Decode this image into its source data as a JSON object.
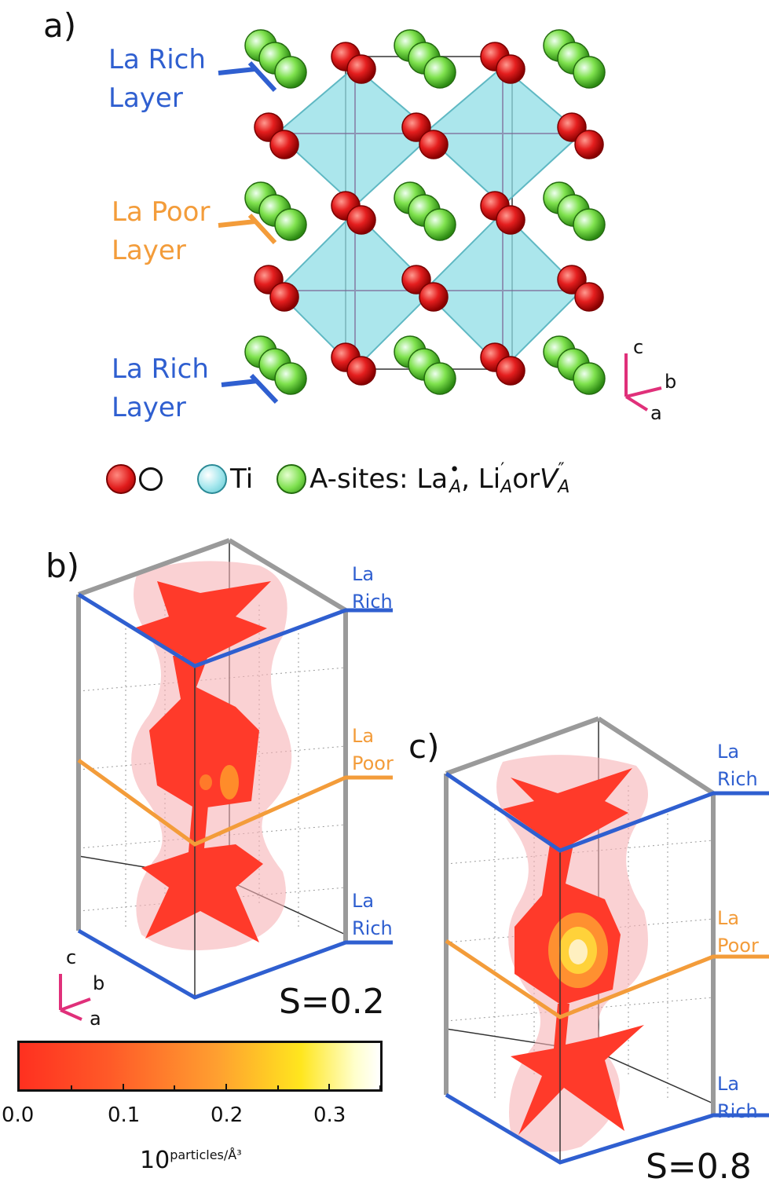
{
  "panel_a": {
    "label": "a)",
    "layers": [
      {
        "line1": "La Rich",
        "line2": "Layer",
        "color": "#2f5fd0"
      },
      {
        "line1": "La Poor",
        "line2": "Layer",
        "color": "#f39c3a"
      },
      {
        "line1": "La Rich",
        "line2": "Layer",
        "color": "#2f5fd0"
      }
    ],
    "axes": {
      "c": "c",
      "b": "b",
      "a": "a"
    }
  },
  "legend": {
    "o_label": "O",
    "ti_label": "Ti",
    "a_sites_prefix": "A-sites: La",
    "a_sites_sep": ", Li",
    "a_sites_or": " or ",
    "sub_a": "A",
    "v_symbol": "V",
    "colors": {
      "O": "#e01b1b",
      "Ti": "#a8e8ee",
      "A": "#7ee04f"
    }
  },
  "panel_b": {
    "label": "b)",
    "top_label": {
      "l1": "La",
      "l2": "Rich"
    },
    "mid_label": {
      "l1": "La",
      "l2": "Poor"
    },
    "bottom_label": {
      "l1": "La",
      "l2": "Rich"
    },
    "s_value": "S=0.2",
    "axes": {
      "c": "c",
      "b": "b",
      "a": "a"
    }
  },
  "panel_c": {
    "label": "c)",
    "top_label": {
      "l1": "La",
      "l2": "Rich"
    },
    "mid_label": {
      "l1": "La",
      "l2": "Poor"
    },
    "bottom_label": {
      "l1": "La",
      "l2": "Rich"
    },
    "s_value": "S=0.8"
  },
  "colorbar": {
    "ticks": [
      "0.0",
      "0.1",
      "0.2",
      "0.3"
    ],
    "label_base": "10",
    "label_sup": "particles/Å³",
    "stops": [
      "#ff3020",
      "#ff5a28",
      "#ffa030",
      "#ffe61e",
      "#ffffcc",
      "#ffffff"
    ]
  }
}
